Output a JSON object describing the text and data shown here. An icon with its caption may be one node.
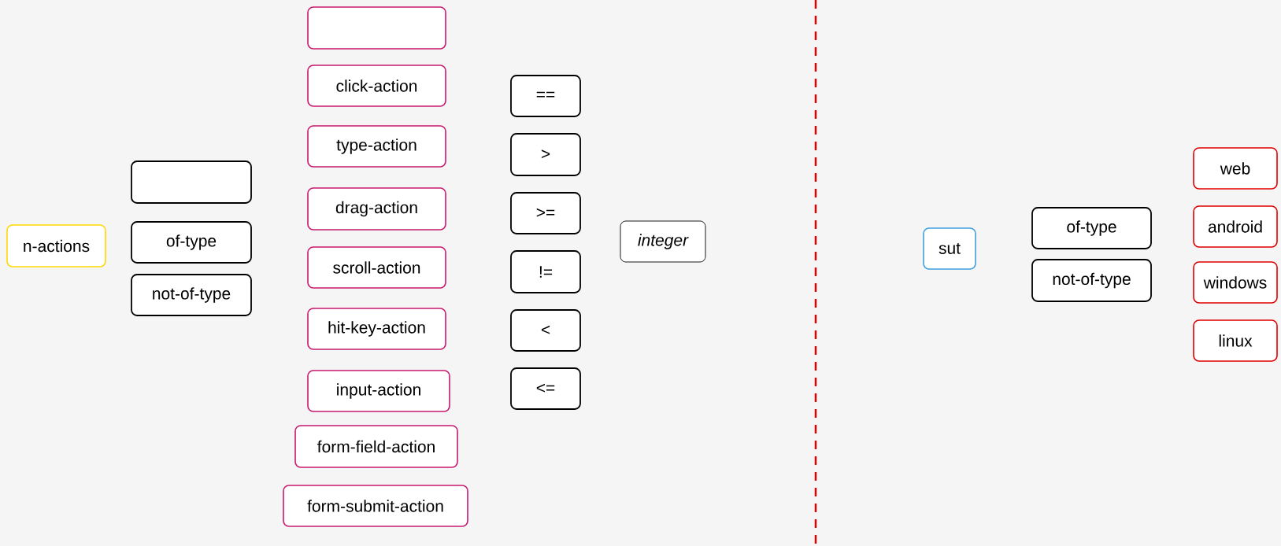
{
  "diagram": {
    "nodes": [
      {
        "text": [
          "n-actions"
        ]
      },
      {
        "text": [],
        "shape": "box"
      },
      {
        "text": [
          "of-type"
        ]
      },
      {
        "text": [
          "not-of-type"
        ]
      },
      {
        "text": [],
        "shape": "box"
      },
      {
        "text": [
          "click-action"
        ]
      },
      {
        "text": [
          "type-action"
        ]
      },
      {
        "text": [
          "drag-action"
        ]
      },
      {
        "text": [
          "scroll-action"
        ]
      },
      {
        "text": [
          "hit-key-action"
        ]
      },
      {
        "text": [
          "input-action"
        ]
      },
      {
        "text": [
          "form-field-action"
        ]
      },
      {
        "text": [
          "form-submit-action"
        ]
      },
      {
        "text": [
          "=="
        ]
      },
      {
        "text": [
          ">"
        ]
      },
      {
        "text": [
          ">="
        ]
      },
      {
        "text": [
          "!="
        ]
      },
      {
        "text": [
          "<"
        ]
      },
      {
        "text": [
          "<="
        ]
      },
      {
        "text": [
          "integer"
        ]
      },
      {
        "text": [
          "sut"
        ]
      },
      {
        "text": [
          "of-type"
        ]
      },
      {
        "text": [
          "not-of-type"
        ]
      },
      {
        "text": [
          "web"
        ]
      },
      {
        "text": [
          "android"
        ]
      },
      {
        "text": [
          "windows"
        ]
      },
      {
        "text": [
          "linux"
        ]
      }
    ]
  }
}
